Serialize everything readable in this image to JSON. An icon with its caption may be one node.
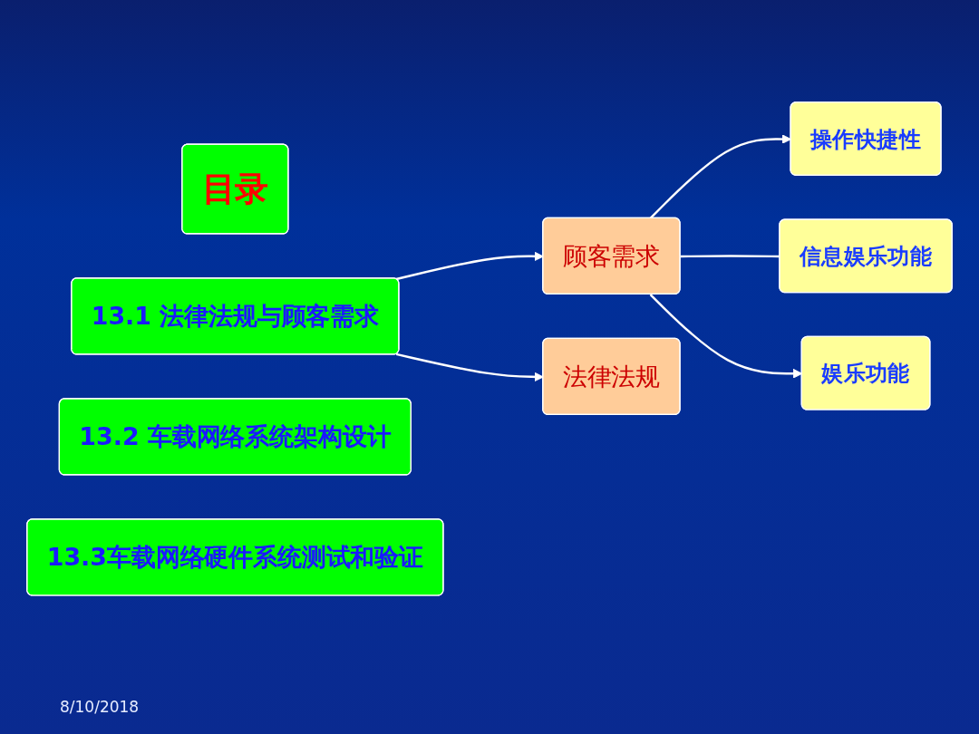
{
  "diagram": {
    "nodes": [
      {
        "text": [
          "目录"
        ]
      },
      {
        "text": [
          "13.1 法律法规与顾客需求"
        ]
      },
      {
        "text": [
          "顾客需求"
        ]
      },
      {
        "text": [
          "法律法规"
        ]
      },
      {
        "text": [
          "操作快捷性"
        ]
      },
      {
        "text": [
          "信息娱乐功能"
        ]
      },
      {
        "text": [
          "娱乐功能"
        ]
      },
      {
        "text": [
          "13.2 车载网络系统架构设计"
        ]
      },
      {
        "text": [
          "13.3车载网络硬件系统测试和验证"
        ]
      }
    ],
    "edges": [
      {
        "from": 1,
        "to": 2,
        "arrow": "to"
      },
      {
        "from": 1,
        "to": 3,
        "arrow": "to"
      },
      {
        "from": 2,
        "to": 4,
        "arrow": "to"
      },
      {
        "from": 2,
        "to": 5,
        "arrow": "none"
      },
      {
        "from": 2,
        "to": 6,
        "arrow": "to"
      }
    ],
    "labels": [
      "8/10/2018"
    ]
  }
}
